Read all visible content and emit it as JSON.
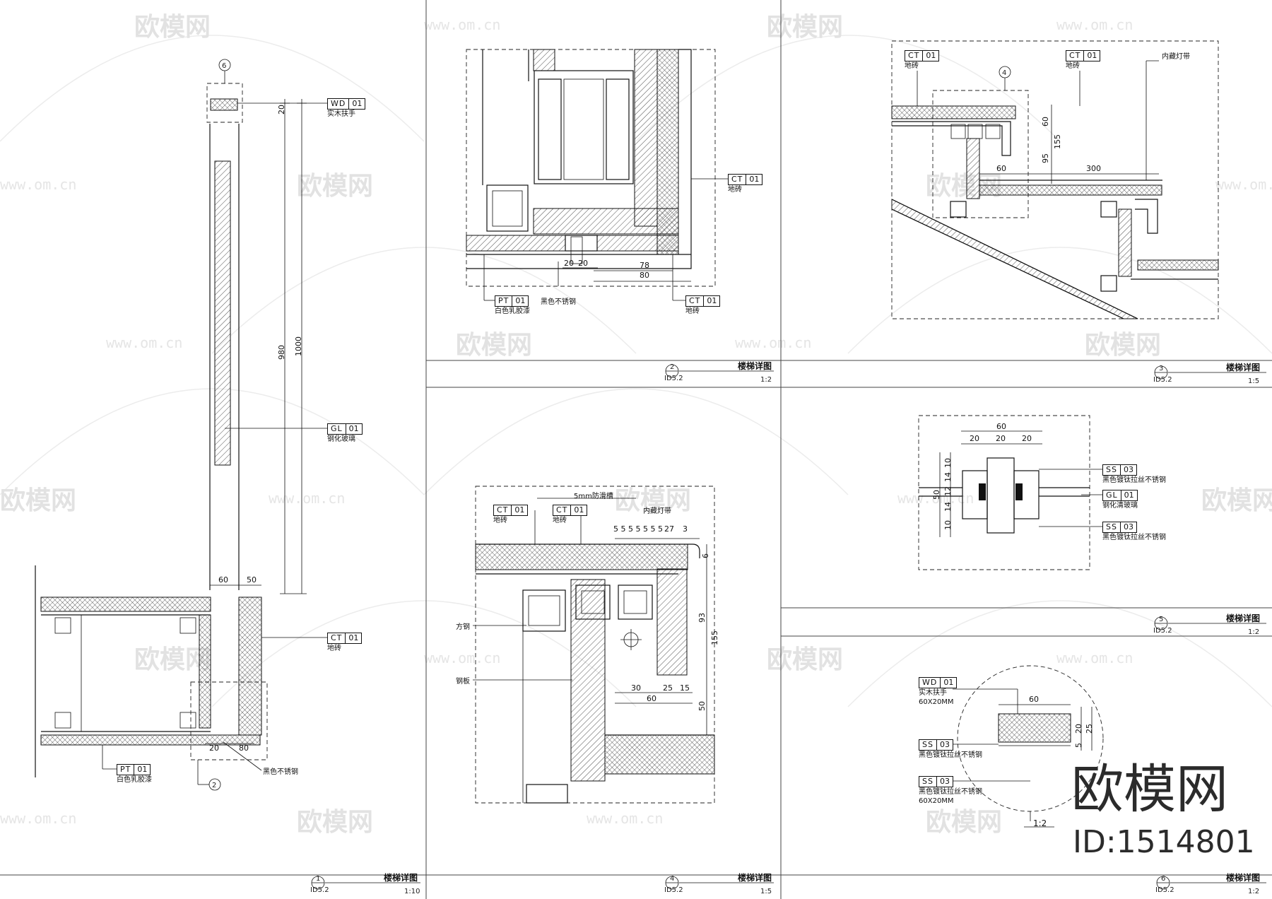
{
  "watermark": {
    "brand": "欧模网",
    "url": "www.om.cn",
    "id": "ID:1514801"
  },
  "panels": [
    {
      "number": "1",
      "ref": "ID5.2",
      "title": "楼梯详图",
      "scale": "1:10"
    },
    {
      "number": "2",
      "ref": "ID5.2",
      "title": "楼梯详图",
      "scale": "1:2"
    },
    {
      "number": "3",
      "ref": "ID5.2",
      "title": "楼梯详图",
      "scale": "1:5"
    },
    {
      "number": "4",
      "ref": "ID5.2",
      "title": "楼梯详图",
      "scale": "1:5"
    },
    {
      "number": "5",
      "ref": "ID5.2",
      "title": "楼梯详图",
      "scale": "1:2"
    },
    {
      "number": "6",
      "ref": "ID5.2",
      "title": "楼梯详图",
      "scale": "1:2"
    }
  ],
  "p1": {
    "callout_top": "6",
    "callout_bottom": "2",
    "wd": {
      "code": "WD",
      "num": "01",
      "desc": "实木扶手"
    },
    "gl": {
      "code": "GL",
      "num": "01",
      "desc": "钢化玻璃"
    },
    "ct": {
      "code": "CT",
      "num": "01",
      "desc": "地砖"
    },
    "pt": {
      "code": "PT",
      "num": "01",
      "desc": "白色乳胶漆"
    },
    "steel_note": "黑色不锈钢",
    "dims": {
      "top": "20",
      "h980": "980",
      "h1000": "1000",
      "w60": "60",
      "w50": "50",
      "b20": "20",
      "b80": "80"
    }
  },
  "p2": {
    "ct_right": {
      "code": "CT",
      "num": "01",
      "desc": "地砖"
    },
    "pt": {
      "code": "PT",
      "num": "01",
      "desc": "白色乳胶漆"
    },
    "ct_bottom": {
      "code": "CT",
      "num": "01",
      "desc": "地砖"
    },
    "steel_note": "黑色不锈钢",
    "dims": {
      "a": "20",
      "b": "20",
      "c": "78",
      "d": "80"
    }
  },
  "p3": {
    "callout": "4",
    "ct_left": {
      "code": "CT",
      "num": "01",
      "desc": "地砖"
    },
    "ct_mid": {
      "code": "CT",
      "num": "01",
      "desc": "地砖"
    },
    "light_note": "内藏灯带",
    "dims": {
      "d60": "60",
      "d155": "155",
      "d95": "95",
      "w60": "60",
      "w300": "300"
    }
  },
  "p4": {
    "groove_note": "5mm防滑槽",
    "ct_a": {
      "code": "CT",
      "num": "01",
      "desc": "地砖"
    },
    "ct_b": {
      "code": "CT",
      "num": "01",
      "desc": "地砖"
    },
    "light_note": "内藏灯带",
    "fang_gang": "方钢",
    "gang_ban": "钢板",
    "dims": {
      "grooves": "5 5 5 5 5 5 5",
      "d27": "27",
      "d3": "3",
      "d6": "6",
      "d93": "93",
      "d155": "155",
      "d50": "50",
      "d30": "30",
      "d25": "25",
      "d15": "15",
      "d60": "60"
    }
  },
  "p5": {
    "ss_top": {
      "code": "SS",
      "num": "03",
      "desc": "黑色镀钛拉丝不锈钢"
    },
    "gl": {
      "code": "GL",
      "num": "01",
      "desc": "钢化清玻璃"
    },
    "ss_bot": {
      "code": "SS",
      "num": "03",
      "desc": "黑色镀钛拉丝不锈钢"
    },
    "dims": {
      "w60": "60",
      "a": "20",
      "b": "20",
      "c": "20",
      "v1": "10",
      "v2": "14",
      "v3": "12",
      "v4": "14",
      "v5": "10",
      "vtot": "50"
    }
  },
  "p6": {
    "wd": {
      "code": "WD",
      "num": "01",
      "desc": "实木扶手",
      "size": "60X20MM"
    },
    "ss_a": {
      "code": "SS",
      "num": "03",
      "desc": "黑色镀钛拉丝不锈钢"
    },
    "ss_b": {
      "code": "SS",
      "num": "03",
      "desc": "黑色镀钛拉丝不锈钢",
      "size": "60X20MM"
    },
    "scale_label": "1:2",
    "dims": {
      "w60": "60",
      "h20": "20",
      "h25": "25",
      "h5": "5"
    }
  }
}
